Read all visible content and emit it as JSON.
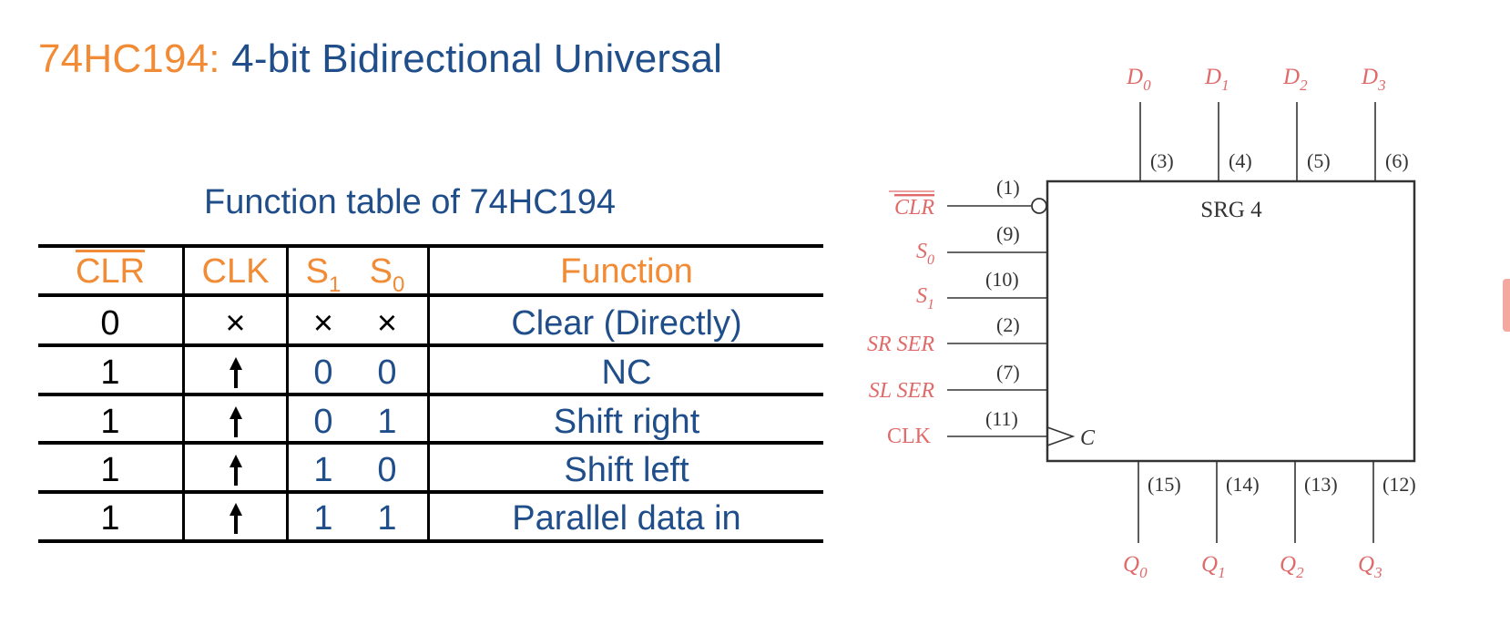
{
  "title": {
    "part": "74HC194:",
    "rest": "4-bit Bidirectional Universal"
  },
  "table": {
    "caption": "Function table of 74HC194",
    "headers": {
      "clr": "CLR",
      "clk": "CLK",
      "s1": "S",
      "s1_sub": "1",
      "s0": "S",
      "s0_sub": "0",
      "function": "Function"
    },
    "rows": [
      {
        "clr": "0",
        "clk": "×",
        "s1": "×",
        "s0": "×",
        "function": "Clear (Directly)"
      },
      {
        "clr": "1",
        "clk": "rising-edge-arrow",
        "s1": "0",
        "s0": "0",
        "function": "NC"
      },
      {
        "clr": "1",
        "clk": "rising-edge-arrow",
        "s1": "0",
        "s0": "1",
        "function": "Shift right"
      },
      {
        "clr": "1",
        "clk": "rising-edge-arrow",
        "s1": "1",
        "s0": "0",
        "function": "Shift left"
      },
      {
        "clr": "1",
        "clk": "rising-edge-arrow",
        "s1": "1",
        "s0": "1",
        "function": "Parallel data in"
      }
    ]
  },
  "symbol": {
    "block_label": "SRG 4",
    "clock_label": "C",
    "inputs_top": [
      {
        "label": "D",
        "sub": "0",
        "pin": "(3)"
      },
      {
        "label": "D",
        "sub": "1",
        "pin": "(4)"
      },
      {
        "label": "D",
        "sub": "2",
        "pin": "(5)"
      },
      {
        "label": "D",
        "sub": "3",
        "pin": "(6)"
      }
    ],
    "inputs_left": [
      {
        "label": "CLR",
        "pin": "(1)"
      },
      {
        "label": "S",
        "sub": "0",
        "pin": "(9)"
      },
      {
        "label": "S",
        "sub": "1",
        "pin": "(10)"
      },
      {
        "label": "SR SER",
        "pin": "(2)"
      },
      {
        "label": "SL SER",
        "pin": "(7)"
      },
      {
        "label": "CLK",
        "pin": "(11)"
      }
    ],
    "outputs_bottom": [
      {
        "label": "Q",
        "sub": "0",
        "pin": "(15)"
      },
      {
        "label": "Q",
        "sub": "1",
        "pin": "(14)"
      },
      {
        "label": "Q",
        "sub": "2",
        "pin": "(13)"
      },
      {
        "label": "Q",
        "sub": "3",
        "pin": "(12)"
      }
    ],
    "colors": {
      "signal": "#e06a6a",
      "line": "#333333",
      "text": "#333333"
    }
  }
}
